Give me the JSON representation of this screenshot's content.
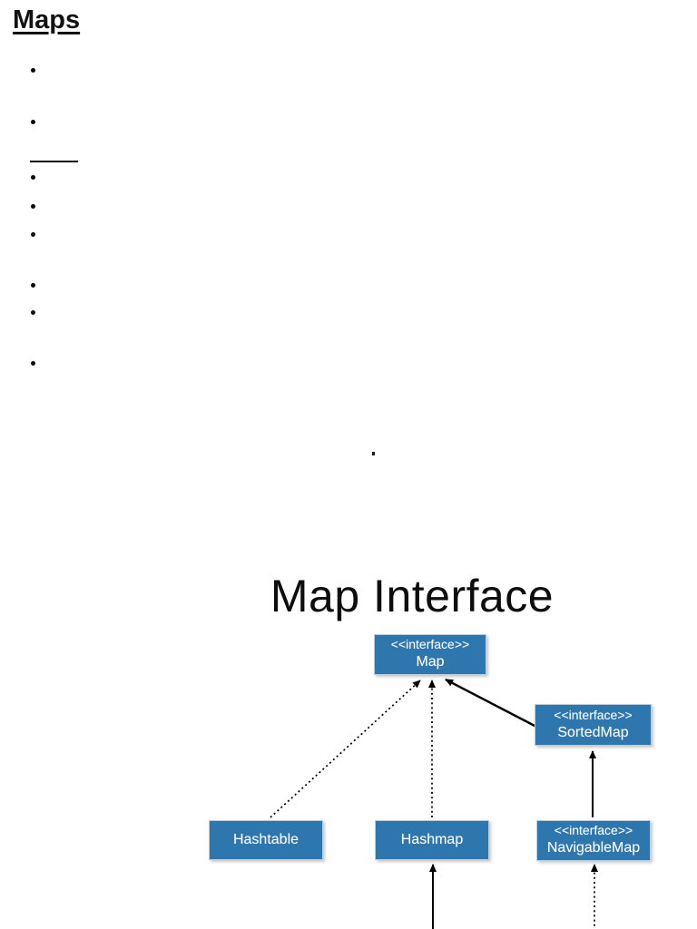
{
  "document": {
    "heading": "Maps",
    "bullet_count": 8
  },
  "diagram": {
    "title": "Map Interface",
    "nodes": {
      "map": {
        "stereotype": "<<interface>>",
        "name": "Map"
      },
      "sortedmap": {
        "stereotype": "<<interface>>",
        "name": "SortedMap"
      },
      "hashtable": {
        "name": "Hashtable"
      },
      "hashmap": {
        "name": "Hashmap"
      },
      "navigablemap": {
        "stereotype": "<<interface>>",
        "name": "NavigableMap"
      }
    },
    "edges": [
      {
        "from": "Hashtable",
        "to": "Map",
        "style": "dotted"
      },
      {
        "from": "Hashmap",
        "to": "Map",
        "style": "dotted"
      },
      {
        "from": "SortedMap",
        "to": "Map",
        "style": "solid"
      },
      {
        "from": "NavigableMap",
        "to": "SortedMap",
        "style": "solid"
      },
      {
        "from": "offscreen-bottom",
        "to": "Hashmap",
        "style": "solid"
      },
      {
        "from": "offscreen-bottom",
        "to": "NavigableMap",
        "style": "dotted"
      }
    ],
    "colors": {
      "node_fill": "#2E76AE",
      "node_border": "#B9CEDD",
      "node_text": "#FFFFFF",
      "edge": "#000000"
    }
  }
}
